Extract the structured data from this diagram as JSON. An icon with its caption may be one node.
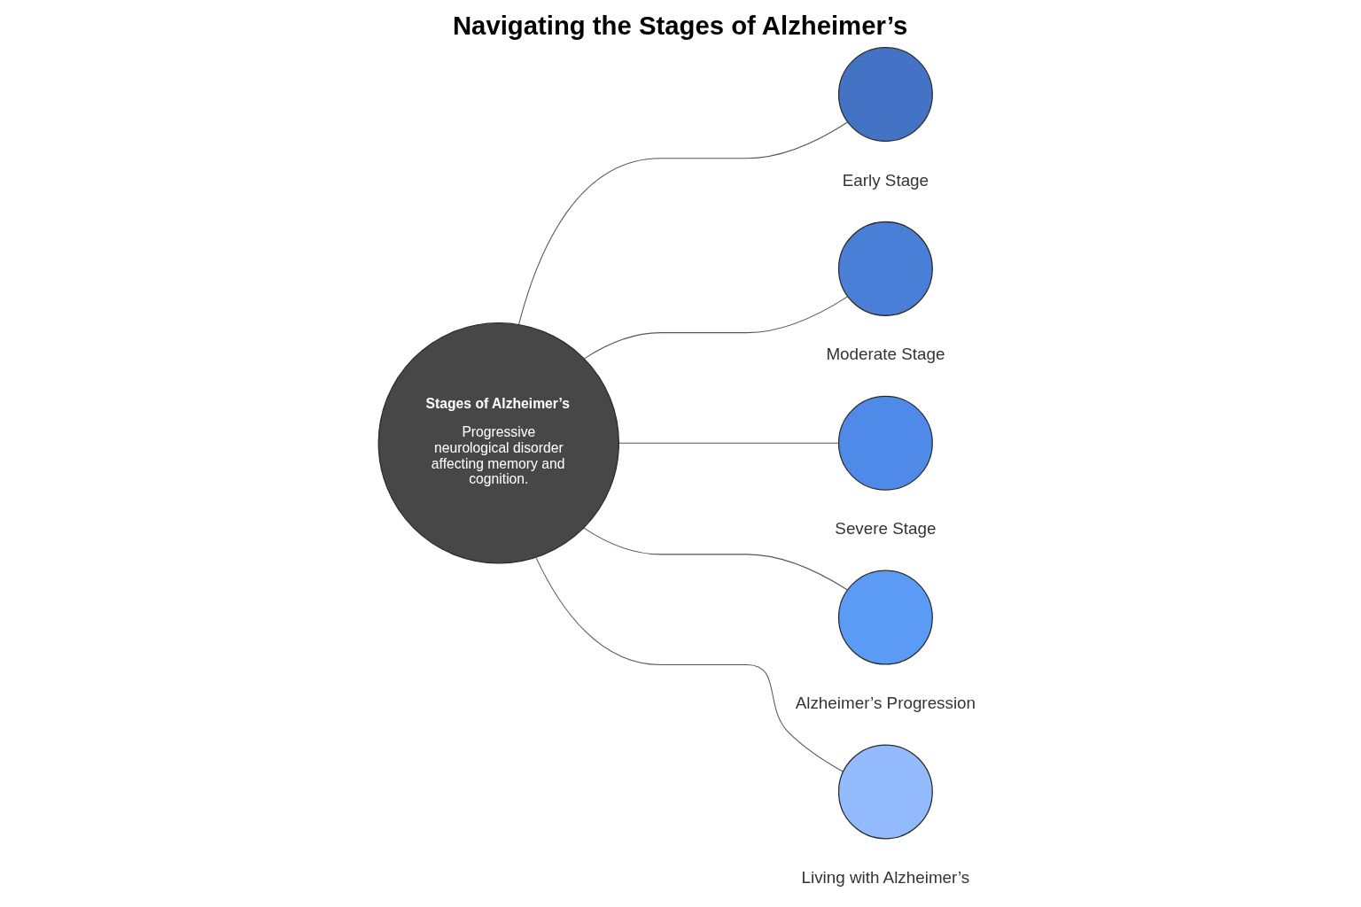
{
  "diagram": {
    "title": "Navigating the Stages of Alzheimer’s",
    "nodes": [
      {
        "text": [
          "Stages of Alzheimer’s",
          "Progressive neurological disorder affecting memory and cognition."
        ]
      },
      {
        "text": [],
        "shape": "circle",
        "beside": [
          "Early Stage"
        ]
      },
      {
        "text": [],
        "shape": "circle",
        "beside": [
          "Moderate Stage"
        ]
      },
      {
        "text": [],
        "shape": "circle",
        "beside": [
          "Severe Stage"
        ]
      },
      {
        "text": [],
        "shape": "circle",
        "beside": [
          "Alzheimer’s Progression"
        ]
      },
      {
        "text": [],
        "shape": "circle",
        "beside": [
          "Living with Alzheimer’s"
        ]
      }
    ],
    "edges": [
      {
        "from": 0,
        "to": 1,
        "arrow": "none"
      },
      {
        "from": 0,
        "to": 2,
        "arrow": "none"
      },
      {
        "from": 0,
        "to": 3,
        "arrow": "none"
      },
      {
        "from": 0,
        "to": 4,
        "arrow": "none"
      },
      {
        "from": 0,
        "to": 5,
        "arrow": "none"
      }
    ]
  }
}
